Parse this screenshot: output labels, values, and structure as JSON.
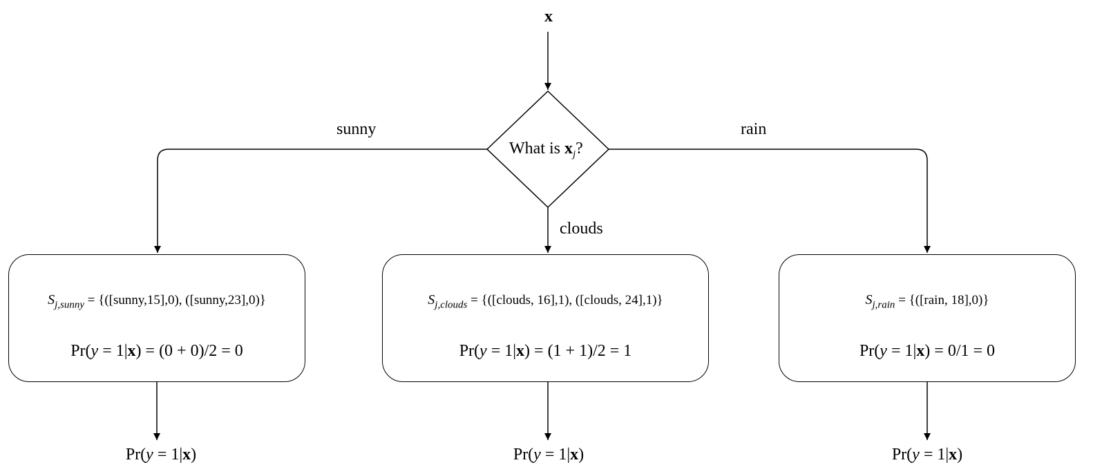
{
  "input": {
    "symbol": "x"
  },
  "decision": {
    "text": "What is ",
    "var": "x",
    "sub": "j",
    "suffix": "?"
  },
  "branches": [
    {
      "edge_label": "sunny",
      "set": {
        "sym": "S",
        "sub": "j,sunny",
        "value": " = {([sunny,15],0), ([sunny,23],0)}"
      },
      "prob_calc": " = (0 + 0)/2 = 0"
    },
    {
      "edge_label": "clouds",
      "set": {
        "sym": "S",
        "sub": "j,clouds",
        "value": " = {([clouds, 16],1), ([clouds, 24],1)}"
      },
      "prob_calc": " = (1 + 1)/2 = 1"
    },
    {
      "edge_label": "rain",
      "set": {
        "sym": "S",
        "sub": "j,rain",
        "value": " = {([rain, 18],0)}"
      },
      "prob_calc": " = 0/1 = 0"
    }
  ],
  "prob": {
    "pre": "Pr(",
    "y": "y",
    "mid": " = 1|",
    "x": "x",
    "post": ")"
  }
}
